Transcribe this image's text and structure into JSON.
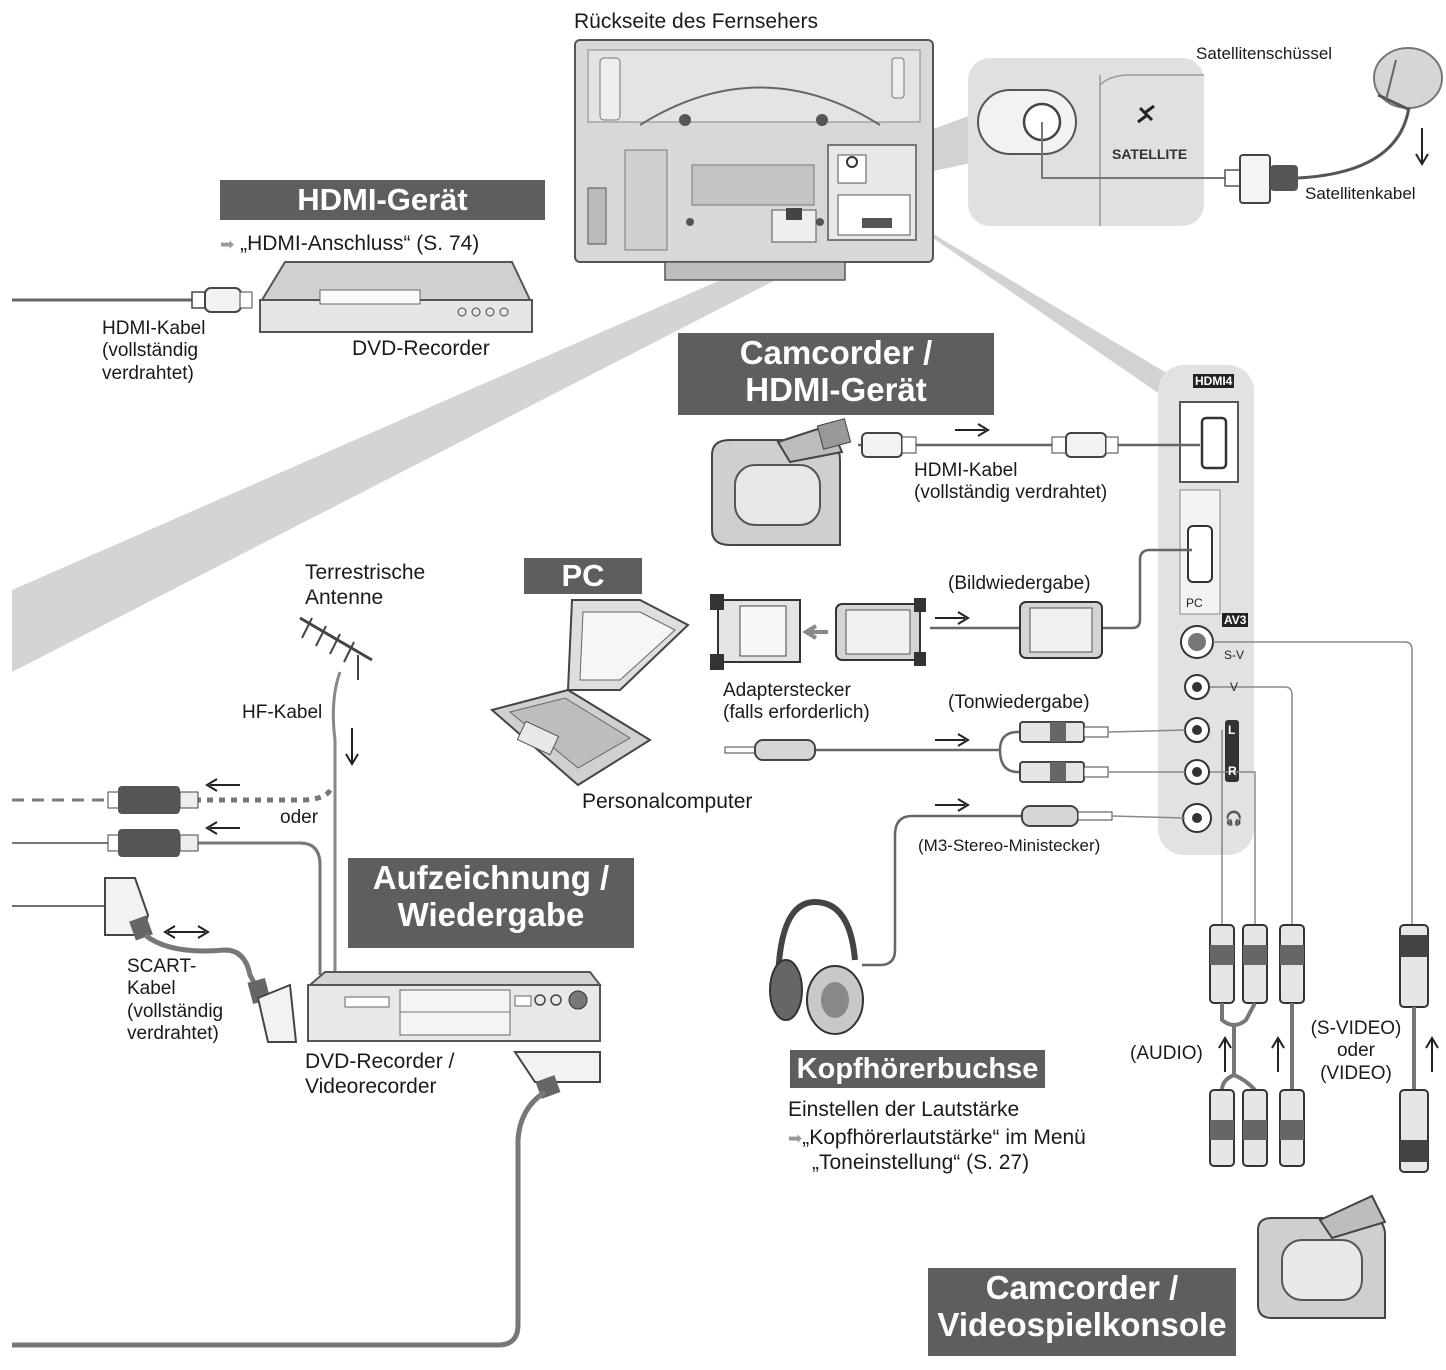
{
  "tv": {
    "title": "Rückseite des Fernsehers"
  },
  "satellite": {
    "dish": "Satellitenschüssel",
    "cable": "Satellitenkabel",
    "port": "SATELLITE"
  },
  "hdmi_device": {
    "banner": "HDMI-Gerät",
    "ref": "„HDMI-Anschluss“ (S. 74)",
    "cable_lines": [
      "HDMI-Kabel",
      "(vollständig",
      "verdrahtet)"
    ],
    "device": "DVD-Recorder"
  },
  "camcorder_hdmi": {
    "banner_lines": [
      "Camcorder /",
      "HDMI-Gerät"
    ],
    "cable_lines": [
      "HDMI-Kabel",
      "(vollständig verdrahtet)"
    ]
  },
  "side_panel": {
    "hdmi4": "HDMI4",
    "pc": "PC",
    "av3": "AV3",
    "sv": "S-V",
    "v": "V",
    "l": "L",
    "r": "R"
  },
  "pc_section": {
    "banner": "PC",
    "picture": "(Bildwiedergabe)",
    "adapter_lines": [
      "Adapterstecker",
      "(falls erforderlich)"
    ],
    "sound": "(Tonwiedergabe)",
    "computer": "Personalcomputer"
  },
  "antenna": {
    "lines": [
      "Terrestrische",
      "Antenne"
    ],
    "rf_cable": "HF-Kabel",
    "or": "oder"
  },
  "recording": {
    "banner_lines": [
      "Aufzeichnung /",
      "Wiedergabe"
    ],
    "scart_lines": [
      "SCART-",
      "Kabel",
      "(vollständig",
      "verdrahtet)"
    ],
    "device_lines": [
      "DVD-Recorder /",
      "Videorecorder"
    ]
  },
  "headphones": {
    "plug": "(M3-Stereo-Ministecker)",
    "banner": "Kopfhörerbuchse",
    "text": "Einstellen der Lautstärke",
    "ref_lines": [
      "„Kopfhörerlautstärke“ im Menü",
      "„Toneinstellung“ (S. 27)"
    ]
  },
  "av_inputs": {
    "audio": "(AUDIO)",
    "svideo_lines": [
      "(S-VIDEO)",
      "oder",
      "(VIDEO)"
    ]
  },
  "console": {
    "banner_lines": [
      "Camcorder /",
      "Videospielkonsole"
    ]
  },
  "colors": {
    "banner": "#5e5e5e",
    "beam": "#c8c8c8",
    "panel": "#e2e2e2",
    "cable": "#6a6a6a"
  }
}
